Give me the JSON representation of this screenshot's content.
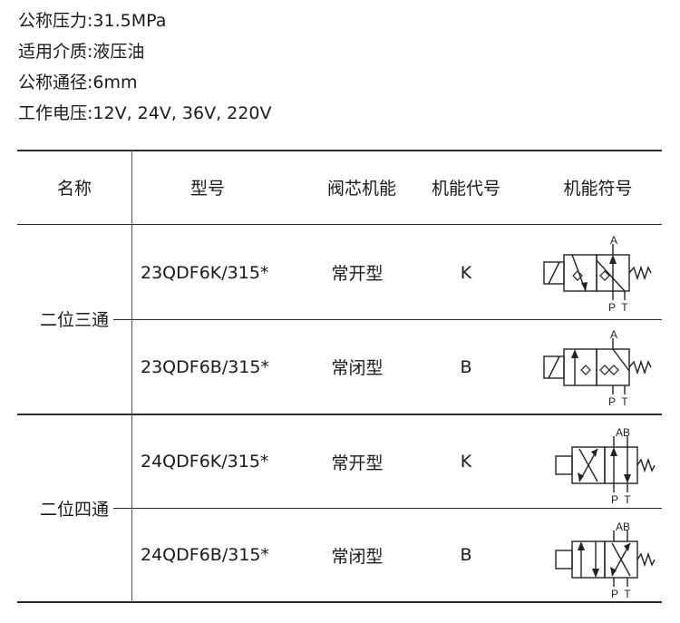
{
  "specs": [
    {
      "label": "公称压力",
      "value": "31.5MPa"
    },
    {
      "label": "适用介质",
      "value": "液压油"
    },
    {
      "label": "公称通径",
      "value": "6mm"
    },
    {
      "label": "工作电压",
      "value": "12V, 24V, 36V, 220V"
    }
  ],
  "table": {
    "headers": [
      "名称",
      "型号",
      "阀芯机能",
      "机能代号",
      "机能符号"
    ],
    "groups": [
      {
        "name": "二位三通",
        "rows": [
          {
            "model": "23QDF6K/315*",
            "spool": "常开型",
            "code": "K",
            "ports_top": "A",
            "ports_bottom": "P  T"
          },
          {
            "model": "23QDF6B/315*",
            "spool": "常闭型",
            "code": "B",
            "ports_top": "A",
            "ports_bottom": "P  T"
          }
        ]
      },
      {
        "name": "二位四通",
        "rows": [
          {
            "model": "24QDF6K/315*",
            "spool": "常开型",
            "code": "K",
            "ports_top": "AB",
            "ports_bottom": "P  T"
          },
          {
            "model": "24QDF6B/315*",
            "spool": "常闭型",
            "code": "B",
            "ports_top": "AB",
            "ports_bottom": "P  T"
          }
        ]
      }
    ]
  }
}
